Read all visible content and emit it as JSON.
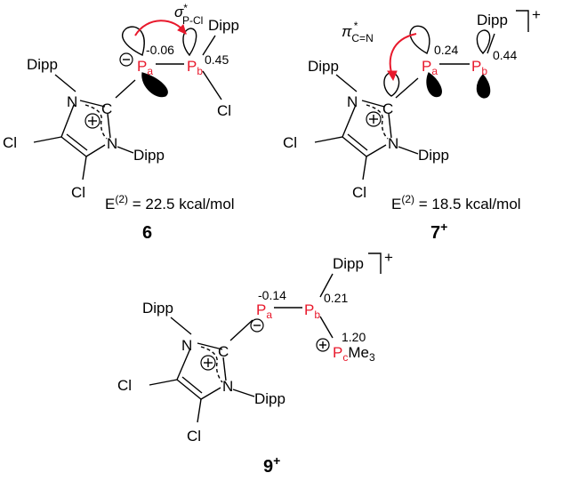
{
  "structures": [
    {
      "id": "6",
      "compound_label": "6",
      "charge": "",
      "energy_text": "E(2) = 22.5 kcal/mol",
      "energy_prefix": "E",
      "energy_sup": "(2)",
      "energy_suffix": " = 22.5 kcal/mol",
      "orbital_label_main": "σ",
      "orbital_label_sup": "*",
      "orbital_label_sub": "P-Cl",
      "atoms": {
        "pa": "P",
        "pa_sub": "a",
        "pb": "P",
        "pb_sub": "b",
        "n1": "N",
        "n2": "N",
        "c": "C"
      },
      "substituents": {
        "dipp_n1": "Dipp",
        "dipp_n2": "Dipp",
        "dipp_pb": "Dipp",
        "cl1": "Cl",
        "cl2": "Cl",
        "cl_pb": "Cl"
      },
      "charges": {
        "pa": "-0.06",
        "pb": "0.45"
      }
    },
    {
      "id": "7",
      "compound_label": "7",
      "charge": "+",
      "energy_prefix": "E",
      "energy_sup": "(2)",
      "energy_suffix": " = 18.5 kcal/mol",
      "orbital_label_main": "π",
      "orbital_label_sup": "*",
      "orbital_label_sub": "C=N",
      "atoms": {
        "pa": "P",
        "pa_sub": "a",
        "pb": "P",
        "pb_sub": "b",
        "n1": "N",
        "n2": "N",
        "c": "C"
      },
      "substituents": {
        "dipp_n1": "Dipp",
        "dipp_n2": "Dipp",
        "dipp_pb": "Dipp",
        "cl1": "Cl",
        "cl2": "Cl"
      },
      "charges": {
        "pa": "0.24",
        "pb": "0.44"
      }
    },
    {
      "id": "9",
      "compound_label": "9",
      "charge": "+",
      "atoms": {
        "pa": "P",
        "pa_sub": "a",
        "pb": "P",
        "pb_sub": "b",
        "pc": "P",
        "pc_sub": "c",
        "pc_me": "Me",
        "pc_me_sub": "3",
        "n1": "N",
        "n2": "N",
        "c": "C"
      },
      "substituents": {
        "dipp_n1": "Dipp",
        "dipp_n2": "Dipp",
        "dipp_pb": "Dipp",
        "cl1": "Cl",
        "cl2": "Cl"
      },
      "charges": {
        "pa": "-0.14",
        "pb": "0.21",
        "pc": "1.20"
      }
    }
  ]
}
